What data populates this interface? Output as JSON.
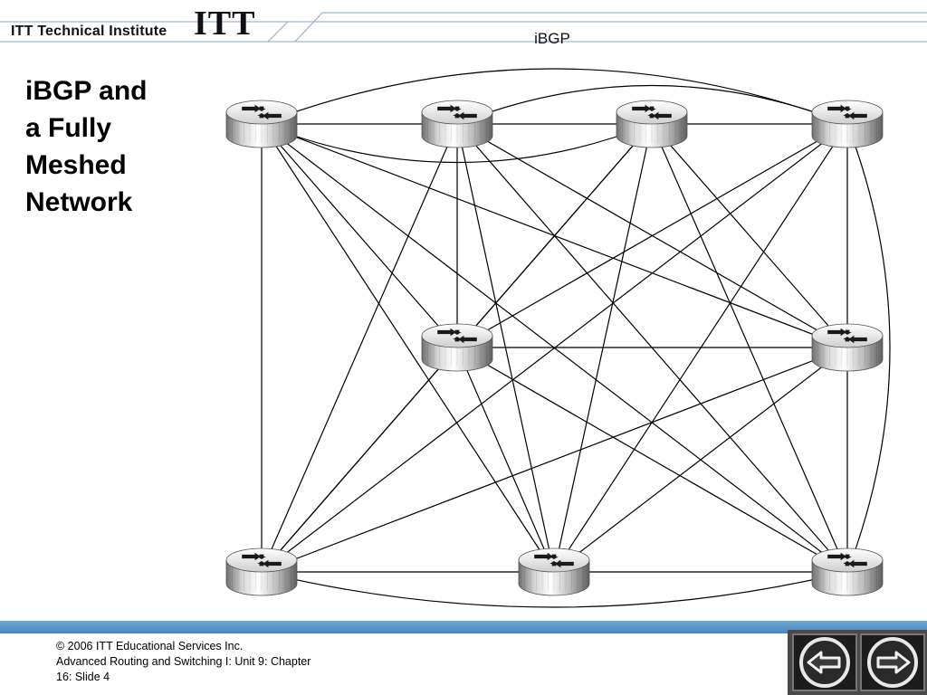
{
  "header": {
    "brand": "ITT Technical Institute",
    "logo": "ITT",
    "title": "iBGP"
  },
  "slide": {
    "title_lines": [
      "iBGP and",
      "a Fully",
      "Meshed",
      "Network"
    ]
  },
  "diagram": {
    "node_icon": "router-icon",
    "nodes": [
      "r1",
      "r2",
      "r3",
      "r4",
      "r5",
      "r6",
      "r7",
      "r8",
      "r9"
    ],
    "links": [
      [
        "r1",
        "r2"
      ],
      [
        "r1",
        "r3"
      ],
      [
        "r1",
        "r4"
      ],
      [
        "r1",
        "r5"
      ],
      [
        "r1",
        "r6"
      ],
      [
        "r1",
        "r7"
      ],
      [
        "r1",
        "r8"
      ],
      [
        "r1",
        "r9"
      ],
      [
        "r2",
        "r3"
      ],
      [
        "r2",
        "r4"
      ],
      [
        "r2",
        "r5"
      ],
      [
        "r2",
        "r6"
      ],
      [
        "r2",
        "r7"
      ],
      [
        "r2",
        "r8"
      ],
      [
        "r2",
        "r9"
      ],
      [
        "r3",
        "r4"
      ],
      [
        "r3",
        "r5"
      ],
      [
        "r3",
        "r6"
      ],
      [
        "r3",
        "r7"
      ],
      [
        "r3",
        "r8"
      ],
      [
        "r3",
        "r9"
      ],
      [
        "r4",
        "r5"
      ],
      [
        "r4",
        "r6"
      ],
      [
        "r4",
        "r7"
      ],
      [
        "r4",
        "r8"
      ],
      [
        "r4",
        "r9"
      ],
      [
        "r5",
        "r6"
      ],
      [
        "r5",
        "r7"
      ],
      [
        "r5",
        "r8"
      ],
      [
        "r5",
        "r9"
      ],
      [
        "r6",
        "r7"
      ],
      [
        "r6",
        "r8"
      ],
      [
        "r6",
        "r9"
      ],
      [
        "r7",
        "r8"
      ],
      [
        "r7",
        "r9"
      ],
      [
        "r8",
        "r9"
      ]
    ]
  },
  "footer": {
    "lines": [
      "© 2006 ITT Educational Services Inc.",
      "Advanced Routing and Switching I: Unit 9: Chapter",
      "16: Slide 4"
    ]
  },
  "nav": {
    "prev_icon": "arrow-left-icon",
    "next_icon": "arrow-right-icon"
  }
}
